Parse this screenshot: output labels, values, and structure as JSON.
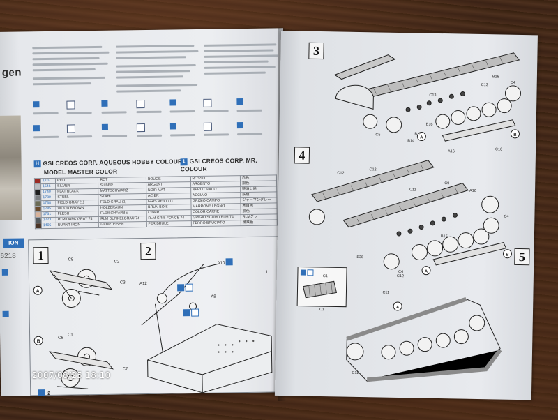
{
  "left_page": {
    "cover_title_fragment": "gen",
    "header_hobby": "GSI CREOS CORP. AQUEOUS HOBBY COLOUR",
    "header_mr": "GSI CREOS CORP. MR. COLOUR",
    "header_master": "MODEL MASTER COLOR",
    "h_label": "H",
    "mr_badge": "1",
    "side_badge": "ION",
    "side_number": "6218",
    "color_rows": [
      {
        "swatch": "#9b2b25",
        "code": "1707",
        "en": "RED",
        "de": "ROT",
        "fr": "ROUGE",
        "it": "ROSSO",
        "jp": "赤色"
      },
      {
        "swatch": "#b9bcc0",
        "code": "1546",
        "en": "SILVER",
        "de": "SILBER",
        "fr": "ARGENT",
        "it": "ARGENTO",
        "jp": "銀色"
      },
      {
        "swatch": "#1e1e1e",
        "code": "1749",
        "en": "FLAT BLACK",
        "de": "MATTSCHWARZ",
        "fr": "NOIR MAT",
        "it": "NERO OPACO",
        "jp": "艶消し黒"
      },
      {
        "swatch": "#7a7d80",
        "code": "1780",
        "en": "STEEL",
        "de": "STAHL",
        "fr": "ACIER",
        "it": "ACCIAIO",
        "jp": "鉄色"
      },
      {
        "swatch": "#6b6b55",
        "code": "1788",
        "en": "FIELD GRAY (1)",
        "de": "FELD GRAU (1)",
        "fr": "GRIS VERT (1)",
        "it": "GRIGIO CAMPO",
        "jp": "ジャーマングレー"
      },
      {
        "swatch": "#6a4a2c",
        "code": "1785",
        "en": "WOOD BROWN",
        "de": "HOLZBRAUN",
        "fr": "BRUN BOIS",
        "it": "MARRONE LEGNO",
        "jp": "木目色"
      },
      {
        "swatch": "#d8b29a",
        "code": "1731",
        "en": "FLESH",
        "de": "FLEISCHFARBE",
        "fr": "CHAIR",
        "it": "COLOR CARNE",
        "jp": "肌色"
      },
      {
        "swatch": "#555b5e",
        "code": "1723",
        "en": "RLM DARK GRAY 74",
        "de": "RLM DUNKELGRAU 74",
        "fr": "RLM GRIS FONCE 74",
        "it": "GRIGIO SCURO RLM 74",
        "jp": "RLMグレー"
      },
      {
        "swatch": "#4a3426",
        "code": "1405",
        "en": "BURNT IRON",
        "de": "GEBR. EISEN",
        "fr": "FER BRULE",
        "it": "FERRO BRUCIATO",
        "jp": "焼鉄色"
      }
    ],
    "step1": {
      "num": "1",
      "labels": [
        "C8",
        "C2",
        "C3",
        "C6",
        "C1",
        "C7"
      ],
      "variant_a": "A",
      "variant_b": "B",
      "ref": "2"
    },
    "step2": {
      "num": "2",
      "labels": [
        "A10",
        "A12",
        "A9",
        "I"
      ]
    }
  },
  "right_page": {
    "step3": {
      "num": "3",
      "labels": [
        "I",
        "B18",
        "C4",
        "C13",
        "C5",
        "C13",
        "B14",
        "B15",
        "B16",
        "A16",
        "C10"
      ],
      "variant_a": "A",
      "variant_b": "B"
    },
    "step4": {
      "num": "4",
      "labels": [
        "C12",
        "C11",
        "C12",
        "C9",
        "A16",
        "B15",
        "C4",
        "B38",
        "C4"
      ],
      "variant_a": "A",
      "variant_b": "B"
    },
    "step5": {
      "num": "5",
      "labels": [
        "C1",
        "C1",
        "C12",
        "C11",
        "C11"
      ],
      "track_ref": "A"
    }
  },
  "timestamp": "2007/08/25 18:10",
  "colors": {
    "paper": "#e9ebef",
    "ink": "#2b2b2b",
    "accent_blue": "#2f6fb8",
    "wood": "#3b2417"
  }
}
